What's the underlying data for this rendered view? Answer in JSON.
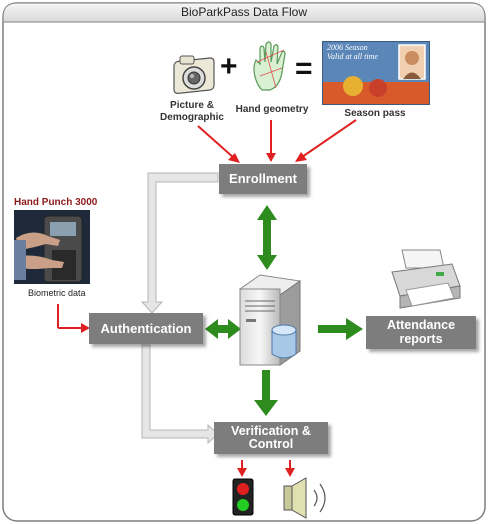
{
  "title": "BioParkPass Data Flow",
  "inputs": {
    "picture_label": "Picture &\nDemographic",
    "hand_label": "Hand geometry",
    "pass_label": "Season pass",
    "pass_text_line1": "2006 Season",
    "pass_text_line2": "Valid at all time"
  },
  "operators": {
    "plus": "+",
    "equals": "="
  },
  "nodes": {
    "enrollment": "Enrollment",
    "authentication": "Authentication",
    "verification": "Verification &\nControl",
    "attendance": "Attendance\nreports"
  },
  "device": {
    "title": "Hand Punch 3000",
    "caption": "Biometric data"
  },
  "colors": {
    "red_arrow": "#e02020",
    "green_arrow": "#2e8b1e",
    "gray_arrow": "#d8d8d8",
    "box": "#7d7d7d",
    "frame_border": "#7f7f7f"
  },
  "icons": [
    "camera-icon",
    "hand-icon",
    "server-icon",
    "database-icon",
    "printer-icon",
    "traffic-light-icon",
    "speaker-icon",
    "hand-punch-device"
  ]
}
